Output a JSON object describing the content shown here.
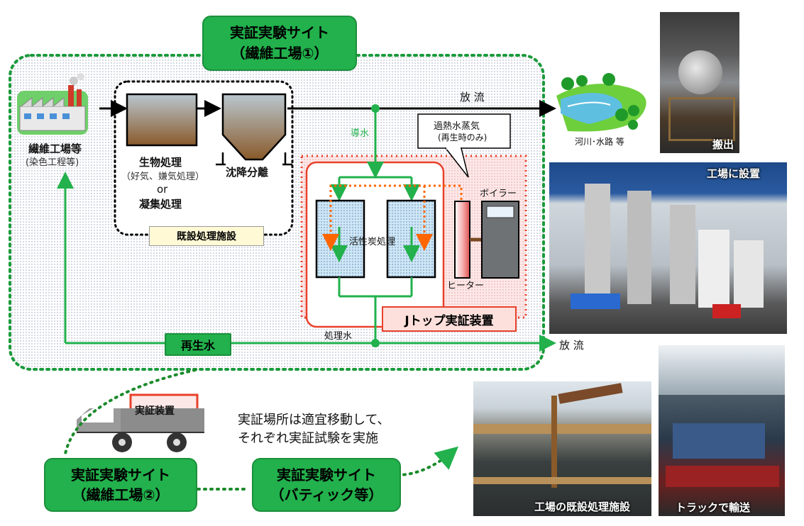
{
  "site1": {
    "line1": "実証実験サイト",
    "line2": "（繊維工場①）"
  },
  "site2": {
    "line1": "実証実験サイト",
    "line2": "（繊維工場②）"
  },
  "site3": {
    "line1": "実証実験サイト",
    "line2": "（バティック等）"
  },
  "factory": {
    "label": "繊維工場等",
    "sub": "(染色工程等)"
  },
  "bio": {
    "label": "生物処理",
    "sub": "（好気、嫌気処理）",
    "or": "or",
    "coag": "凝集処理"
  },
  "settle": {
    "label": "沈降分離"
  },
  "existing_facility": "既設処理施設",
  "discharge": "放 流",
  "discharge2": "放 流",
  "river": "河川･水路 等",
  "intake": "導水",
  "steam": {
    "line1": "過熱水蒸気",
    "line2": "(再生時のみ)"
  },
  "boiler": "ボイラー",
  "heater": "ヒーター",
  "carbon": "活性炭処理",
  "jtop": "Jトップ実証装置",
  "treated_water": "処理水",
  "reclaimed": "再生水",
  "truck_cargo": "実証装置",
  "move_text": {
    "line1": "実証場所は適宜移動して、",
    "line2": "それぞれ実証試験を実施"
  },
  "photos": {
    "carry_out": "搬出",
    "installed": "工場に設置",
    "existing": "工場の既設処理施設",
    "truck": "トラックで輸送"
  },
  "colors": {
    "green": "#22b14c",
    "orange": "#ff6600",
    "dotted_red": "#e8402a"
  }
}
